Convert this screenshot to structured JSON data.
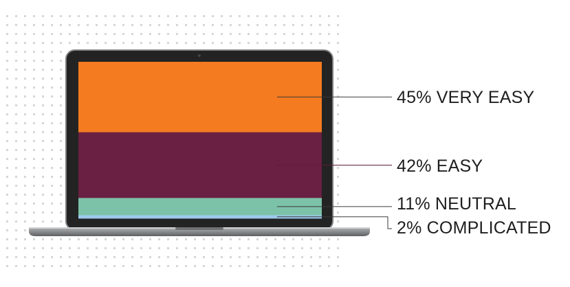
{
  "chart_data": {
    "type": "bar",
    "stacked": true,
    "orientation": "vertical-stack",
    "unit": "%",
    "categories": [
      "VERY EASY",
      "EASY",
      "NEUTRAL",
      "COMPLICATED"
    ],
    "values": [
      45,
      42,
      11,
      2
    ],
    "labels": [
      "45% VERY EASY",
      "42% EASY",
      "11% NEUTRAL",
      "2% COMPLICATED"
    ],
    "colors": [
      "#f47b20",
      "#6a2043",
      "#7cc2a8",
      "#9cc8ea"
    ],
    "title": "",
    "xlabel": "",
    "ylabel": "",
    "ylim": [
      0,
      100
    ],
    "grid": false,
    "legend": "right"
  },
  "decor": {
    "illustration": "laptop-icon",
    "background": "dot-grid-pattern",
    "bezel_color": "#232323",
    "base_color": "#8f9193",
    "dot_color": "#d5d6d8"
  }
}
